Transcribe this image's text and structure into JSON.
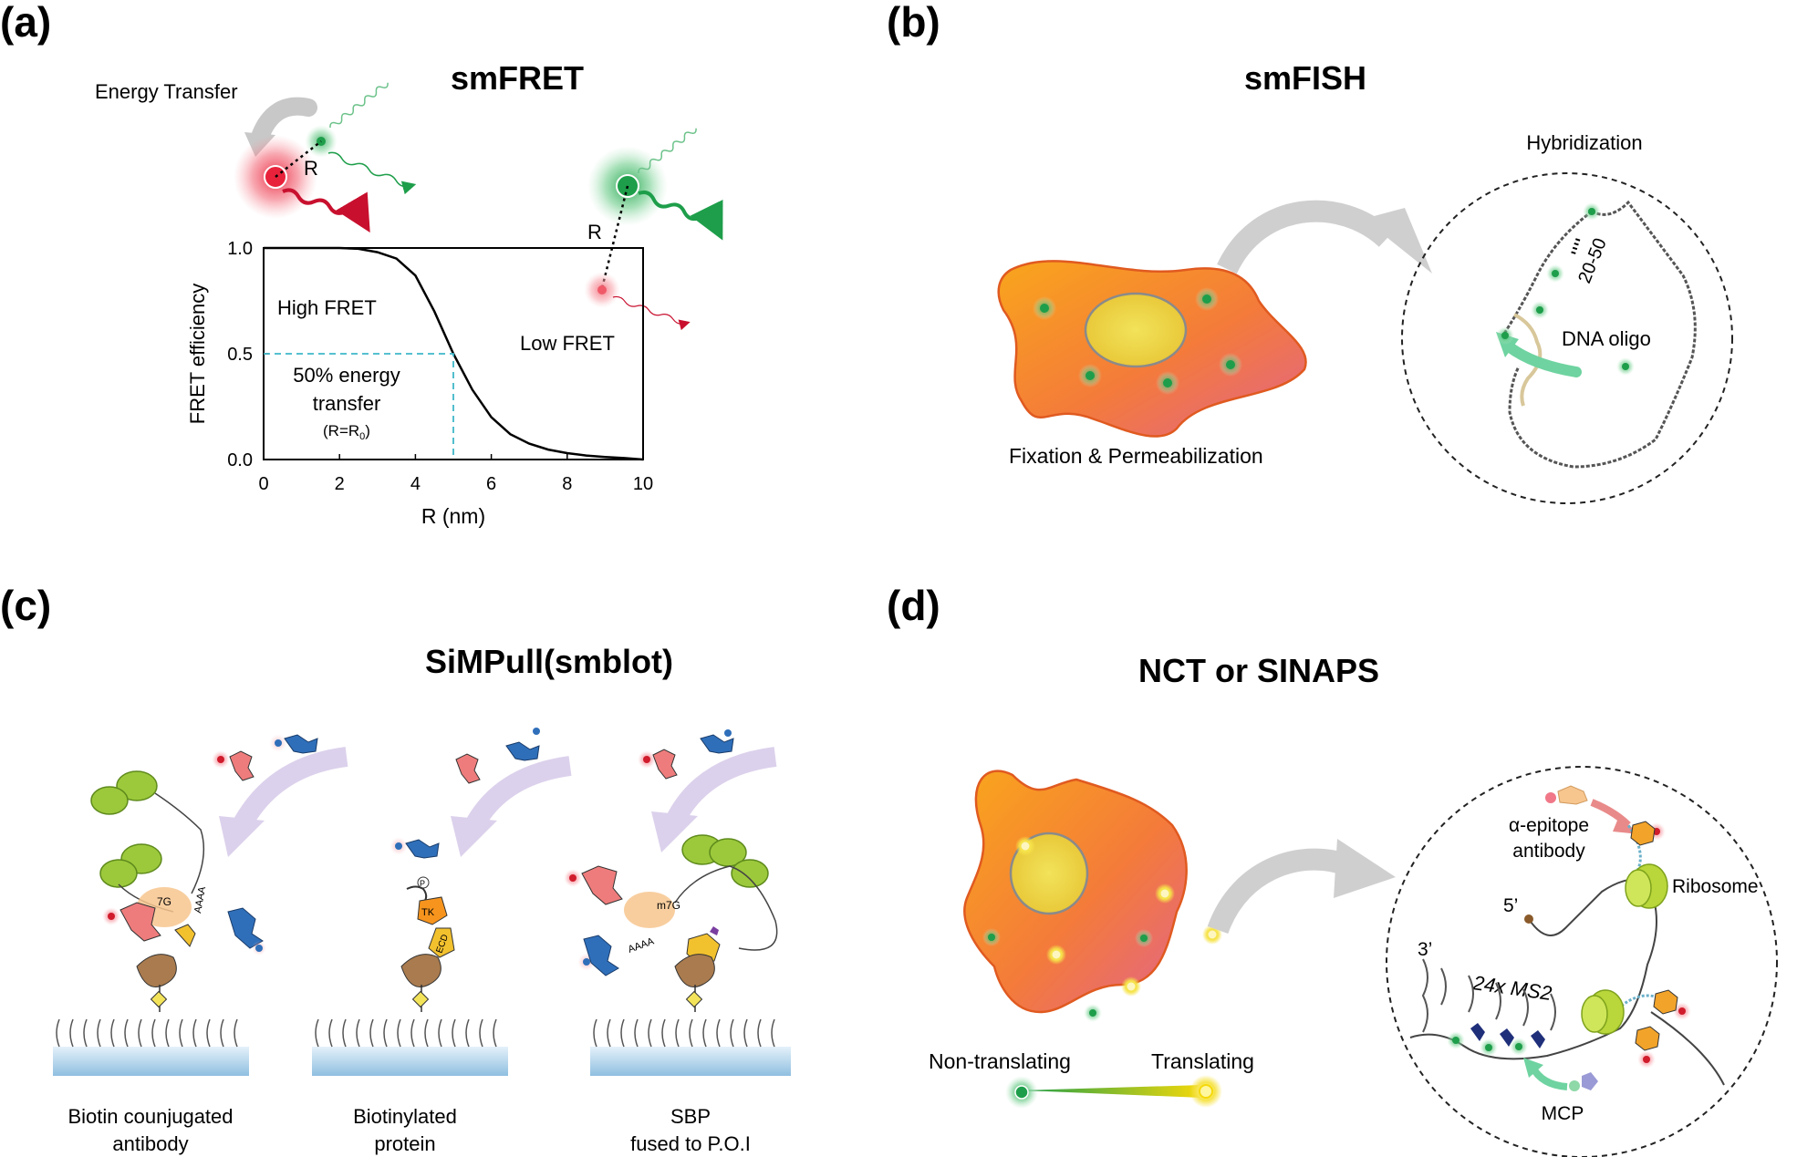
{
  "panels": {
    "a": {
      "letter": "(a)",
      "title": "smFRET",
      "energy_transfer": "Energy Transfer",
      "r_label": "R",
      "high_fret": "High FRET",
      "low_fret": "Low FRET",
      "half_line1": "50% energy",
      "half_line2": "transfer",
      "half_line3": "(R=R",
      "half_line3_sub": "0",
      "half_line3_end": ")"
    },
    "b": {
      "letter": "(b)",
      "title": "smFISH",
      "hybridization": "Hybridization",
      "spacing": "20-50",
      "dna_oligo": "DNA oligo",
      "fixation": "Fixation & Permeabilization"
    },
    "c": {
      "letter": "(c)",
      "title": "SiMPull(smblot)",
      "label1_line1": "Biotin counjugated",
      "label1_line2": "antibody",
      "label2_line1": "Biotinylated",
      "label2_line2": "protein",
      "label3_line1": "SBP",
      "label3_line2": "fused to P.O.I",
      "tag_7g": "7G",
      "tag_m7g": "m7G",
      "tag_p": "P",
      "tag_tk": "TK",
      "tag_ecd": "ECD",
      "tag_aaaa": "AAAA"
    },
    "d": {
      "letter": "(d)",
      "title": "NCT or SINAPS",
      "non_translating": "Non-translating",
      "translating": "Translating",
      "epitope_line1": "α-epitope",
      "epitope_line2": "antibody",
      "ribosome": "Ribosome",
      "five_prime": "5’",
      "three_prime": "3’",
      "ms2": "24x MS2",
      "mcp": "MCP"
    }
  },
  "chart_data": {
    "type": "line",
    "xlabel": "R (nm)",
    "ylabel": "FRET efficiency",
    "xlim": [
      0,
      10
    ],
    "ylim": [
      0,
      1.0
    ],
    "xticks": [
      0,
      2,
      4,
      6,
      8,
      10
    ],
    "yticks": [
      0.0,
      0.5,
      1.0
    ],
    "ytick_labels": [
      "0.0",
      "0.5",
      "1.0"
    ],
    "r0": 5,
    "series": [
      {
        "x": [
          0,
          1,
          2,
          2.5,
          3,
          3.5,
          4,
          4.5,
          5,
          5.5,
          6,
          6.5,
          7,
          7.5,
          8,
          8.5,
          9,
          9.5,
          10
        ],
        "y": [
          1.0,
          1.0,
          1.0,
          0.996,
          0.98,
          0.95,
          0.87,
          0.7,
          0.5,
          0.33,
          0.2,
          0.12,
          0.075,
          0.047,
          0.03,
          0.019,
          0.012,
          0.007,
          0.0
        ]
      }
    ],
    "grid": false
  },
  "colors": {
    "red": "#e8223a",
    "green": "#1e9e4a",
    "cell_orange": "#f7941d",
    "dashed_cyan": "#3fb7c9",
    "arrow_gray": "#cfcfcf",
    "arrow_lilac": "#d9cdea",
    "leaf_green": "#9cc93b",
    "protein_red": "#ef7c7c",
    "protein_blue": "#2f6fba",
    "protein_brown": "#a97b4e",
    "protein_yellow": "#f2c12e",
    "surface_blue": "#bcd9ee"
  }
}
